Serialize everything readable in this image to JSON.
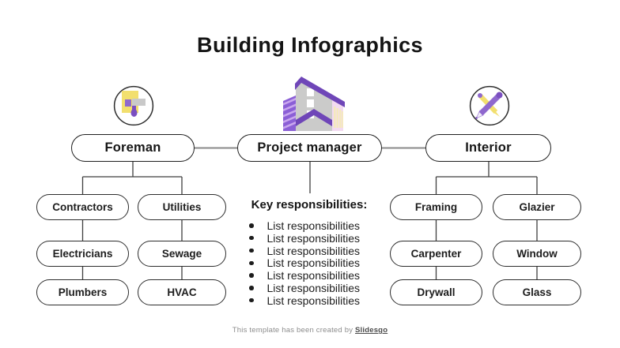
{
  "title": "Building Infographics",
  "icons": {
    "left_badge": "blueprint-stamp-icon",
    "center": "building-icon",
    "right_badge": "crossed-pencils-icon"
  },
  "nodes": {
    "root": "Project manager",
    "left_branch": "Foreman",
    "right_branch": "Interior",
    "left_children": [
      "Contractors",
      "Utilities",
      "Electricians",
      "Sewage",
      "Plumbers",
      "HVAC"
    ],
    "right_children": [
      "Framing",
      "Glazier",
      "Carpenter",
      "Window",
      "Drywall",
      "Glass"
    ]
  },
  "responsibilities": {
    "heading": "Key responsibilities:",
    "items": [
      "List responsibilities",
      "List responsibilities",
      "List responsibilities",
      "List responsibilities",
      "List responsibilities",
      "List responsibilities",
      "List responsibilities"
    ]
  },
  "footer": {
    "text": "This template has been created by",
    "brand": "Slidesgo"
  },
  "colors": {
    "purple": "#7B4FC0",
    "purple_dark": "#6F46B8",
    "purple_light": "#C9A7EE",
    "yellow": "#F2DF6E",
    "cream": "#F5E9BD",
    "gray": "#CBCBCB",
    "pink": "#F3DAF1",
    "connector_gray": "#8A8A8A",
    "tree_line": "#3F3F3F",
    "text": "#1D1D1D"
  }
}
